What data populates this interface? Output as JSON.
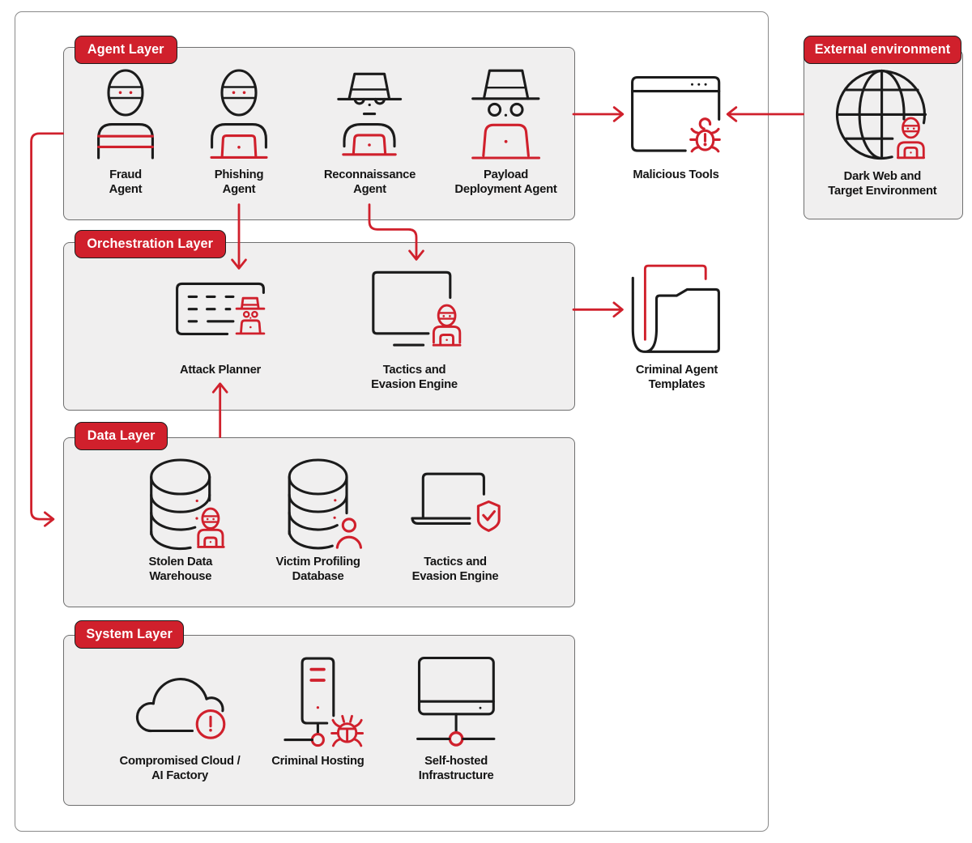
{
  "colors": {
    "red": "#d0202c",
    "ink": "#1b1b1b",
    "text": "#151515",
    "panel": "#f0efef",
    "panel_border": "#6f6f6f",
    "frame_border": "#8a8a8a",
    "pill_text": "#ffffff"
  },
  "layers": [
    {
      "label": "Agent Layer",
      "items": [
        {
          "label": "Fraud\nAgent",
          "icon": "fraud-agent-icon"
        },
        {
          "label": "Phishing\nAgent",
          "icon": "phishing-agent-icon"
        },
        {
          "label": "Reconnaissance\nAgent",
          "icon": "reconnaissance-agent-icon"
        },
        {
          "label": "Payload\nDeployment Agent",
          "icon": "payload-deployment-agent-icon"
        }
      ]
    },
    {
      "label": "Orchestration Layer",
      "items": [
        {
          "label": "Attack Planner",
          "icon": "attack-planner-icon"
        },
        {
          "label": "Tactics and\nEvasion Engine",
          "icon": "tactics-evasion-engine-icon"
        }
      ]
    },
    {
      "label": "Data Layer",
      "items": [
        {
          "label": "Stolen Data\nWarehouse",
          "icon": "stolen-data-warehouse-icon"
        },
        {
          "label": "Victim Profiling\nDatabase",
          "icon": "victim-profiling-database-icon"
        },
        {
          "label": "Tactics and\nEvasion Engine",
          "icon": "laptop-shield-icon"
        }
      ]
    },
    {
      "label": "System Layer",
      "items": [
        {
          "label": "Compromised Cloud /\nAI Factory",
          "icon": "compromised-cloud-icon"
        },
        {
          "label": "Criminal Hosting",
          "icon": "criminal-hosting-icon"
        },
        {
          "label": "Self-hosted\nInfrastructure",
          "icon": "self-hosted-infrastructure-icon"
        }
      ]
    }
  ],
  "external": {
    "label": "External environment",
    "item": {
      "label": "Dark Web and\nTarget Environment",
      "icon": "dark-web-globe-icon"
    }
  },
  "standalone": [
    {
      "label": "Malicious Tools",
      "icon": "malicious-tools-icon"
    },
    {
      "label": "Criminal Agent\nTemplates",
      "icon": "criminal-agent-templates-icon"
    }
  ]
}
